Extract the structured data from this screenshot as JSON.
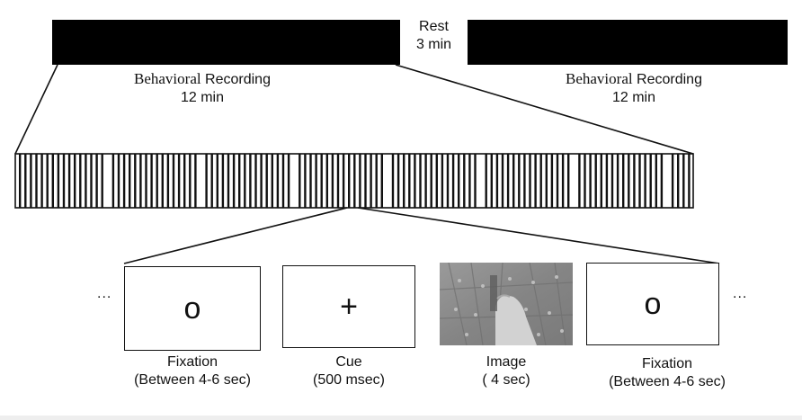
{
  "session": {
    "rest_label": "Rest",
    "rest_duration": "3 min",
    "block1_word1": "Behavioral",
    "block1_word2": "Recording",
    "block1_duration": "12 min",
    "block2_word1": "Behavioral",
    "block2_word2": "Recording",
    "block2_duration": "12 min"
  },
  "trials": {
    "ellipsis_left": "...",
    "ellipsis_right": "...",
    "frames": [
      {
        "symbol": "o",
        "label": "Fixation",
        "duration": "(Between 4-6 sec)"
      },
      {
        "symbol": "+",
        "label": "Cue",
        "duration": "(500 msec)"
      },
      {
        "symbol": "",
        "label": "Image",
        "duration": "( 4 sec)"
      },
      {
        "symbol": "o",
        "label": "Fixation",
        "duration": "(Between 4-6 sec)"
      }
    ]
  },
  "colors": {
    "block_fill": "#000000",
    "line": "#111111",
    "photo_base": "#8a8a8a"
  }
}
